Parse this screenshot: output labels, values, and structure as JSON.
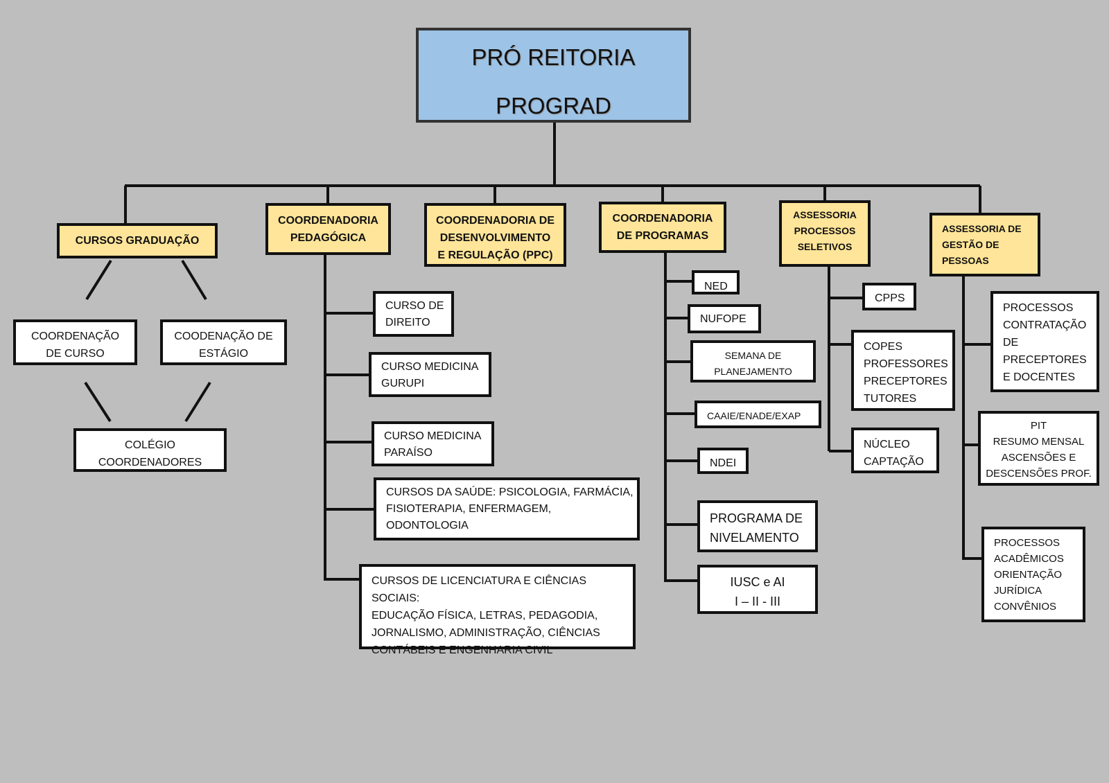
{
  "root": {
    "label": "PRÓ REITORIA\nPROGRAD",
    "fill": "#9dc3e6"
  },
  "colors": {
    "background": "#bebebe",
    "dept_fill": "#ffe599",
    "line": "#111111"
  },
  "graduacao": {
    "label": "CURSOS GRADUAÇÃO",
    "coord_curso": "COORDENAÇÃO\nDE CURSO",
    "coord_estagio": "COODENAÇÃO DE\nESTÁGIO",
    "colegio": "COLÉGIO\nCOORDENADORES"
  },
  "pedagogica": {
    "label": "COORDENADORIA\nPEDAGÓGICA",
    "items": [
      "CURSO DE\nDIREITO",
      "CURSO MEDICINA\nGURUPI",
      "CURSO MEDICINA\nPARAÍSO",
      "CURSOS DA SAÚDE: PSICOLOGIA, FARMÁCIA,\nFISIOTERAPIA, ENFERMAGEM,\nODONTOLOGIA",
      "CURSOS DE LICENCIATURA E CIÊNCIAS SOCIAIS:\nEDUCAÇÃO FÍSICA, LETRAS, PEDAGODIA,\nJORNALISMO, ADMINISTRAÇÃO, CIÊNCIAS\nCONTÁBEIS E ENGENHARIA CIVIL"
    ]
  },
  "desenvolvimento": {
    "label": "COORDENADORIA DE\nDESENVOLVIMENTO\nE REGULAÇÃO (PPC)"
  },
  "programas": {
    "label": "COORDENADORIA\nDE PROGRAMAS",
    "items": [
      "NED",
      "NUFOPE",
      "SEMANA DE\nPLANEJAMENTO",
      "CAAIE/ENADE/EXAP",
      "NDEI",
      "PROGRAMA DE\nNIVELAMENTO",
      "IUSC e AI\nI – II - III"
    ]
  },
  "seletivos": {
    "label": "ASSESSORIA\nPROCESSOS\nSELETIVOS",
    "items": [
      "CPPS",
      "COPES\nPROFESSORES\nPRECEPTORES\nTUTORES",
      "NÚCLEO\nCAPTAÇÃO"
    ]
  },
  "pessoas": {
    "label": "ASSESSORIA DE\nGESTÃO DE\nPESSOAS",
    "items": [
      "PROCESSOS\nCONTRATAÇÃO\nDE\nPRECEPTORES\nE DOCENTES",
      "PIT\nRESUMO MENSAL\nASCENSÕES E\nDESCENSÕES PROF.",
      "PROCESSOS\nACADÊMICOS\nORIENTAÇÃO\nJURÍDICA\nCONVÊNIOS"
    ]
  }
}
